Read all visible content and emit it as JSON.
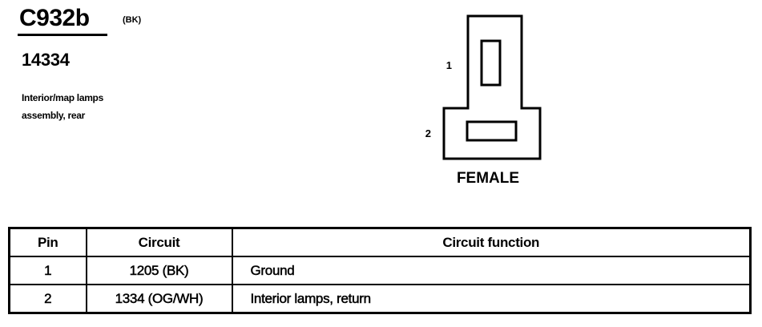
{
  "connector": {
    "id": "C932b",
    "color_code": "(BK)",
    "part_number": "14334",
    "description_lines": [
      "Interior/map lamps",
      "assembly, rear"
    ],
    "gender": "FEMALE",
    "pin_labels": [
      "1",
      "2"
    ]
  },
  "pin_table": {
    "headers": [
      "Pin",
      "Circuit",
      "Circuit function"
    ],
    "rows": [
      {
        "pin": "1",
        "circuit": "1205 (BK)",
        "function": "Ground"
      },
      {
        "pin": "2",
        "circuit": "1334 (OG/WH)",
        "function": "Interior lamps, return"
      }
    ]
  }
}
